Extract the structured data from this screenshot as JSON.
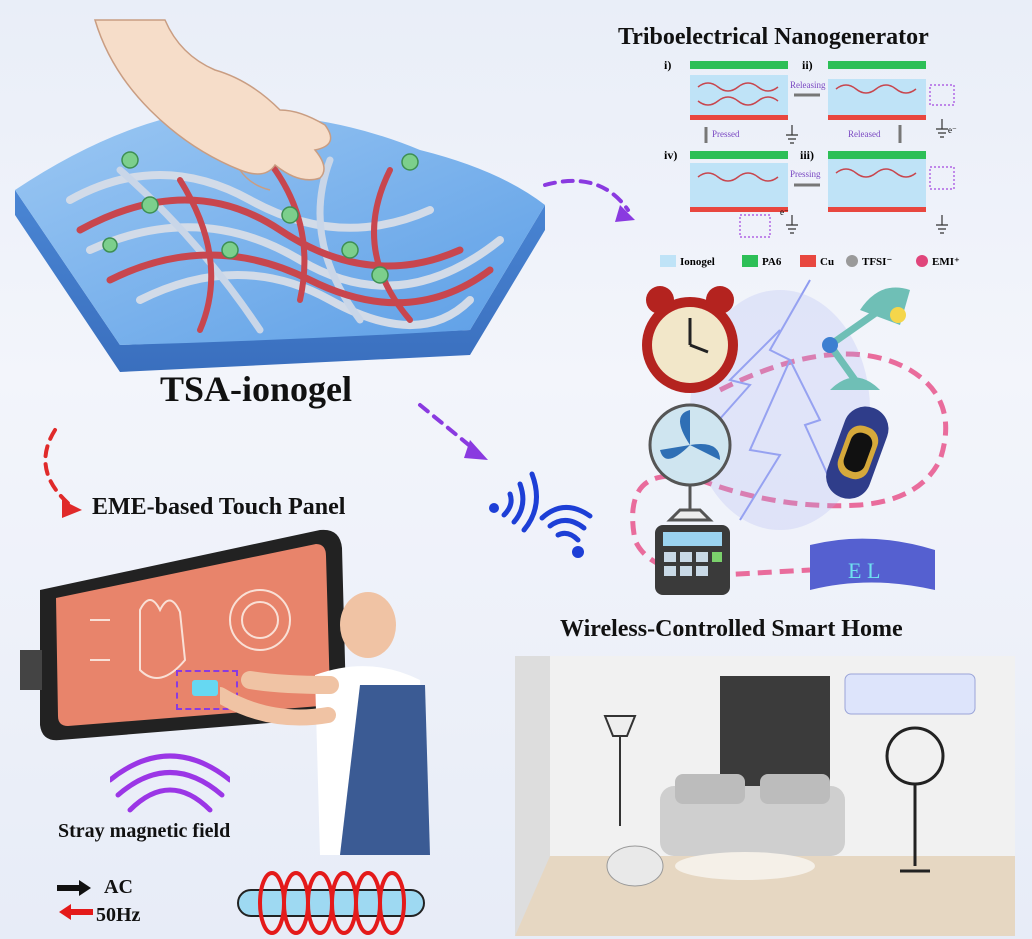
{
  "titles": {
    "main_material": "TSA-ionogel",
    "teng": "Triboelectrical Nanogenerator",
    "touch_panel": "EME-based Touch Panel",
    "smart_home": "Wireless-Controlled Smart Home",
    "stray_field": "Stray magnetic field"
  },
  "teng_panels": {
    "i": "i)",
    "ii": "ii)",
    "iii": "iii)",
    "iv": "iv)",
    "releasing": "Releasing",
    "released": "Released",
    "pressing": "Pressing",
    "pressed": "Pressed",
    "electron": "e⁻"
  },
  "legend": {
    "ionogel": "Ionogel",
    "pa6": "PA6",
    "cu": "Cu",
    "tfsi": "TFSI⁻",
    "emi": "EMI⁺"
  },
  "legend_colors": {
    "ionogel": "#bfe3f7",
    "pa6": "#2dbf57",
    "cu": "#e8473f",
    "tfsi": "#9a9a9a",
    "emi": "#e0457b"
  },
  "ac_source": {
    "ac": "AC",
    "freq": "50Hz"
  },
  "el_label": "E L",
  "icons": [
    "hand-icon",
    "alarm-clock-icon",
    "desk-lamp-icon",
    "fan-icon",
    "smart-watch-icon",
    "calculator-icon",
    "el-display-icon",
    "wifi-icon",
    "lightning-icon",
    "person-icon",
    "touch-panel-icon",
    "coil-icon",
    "room-icon"
  ]
}
